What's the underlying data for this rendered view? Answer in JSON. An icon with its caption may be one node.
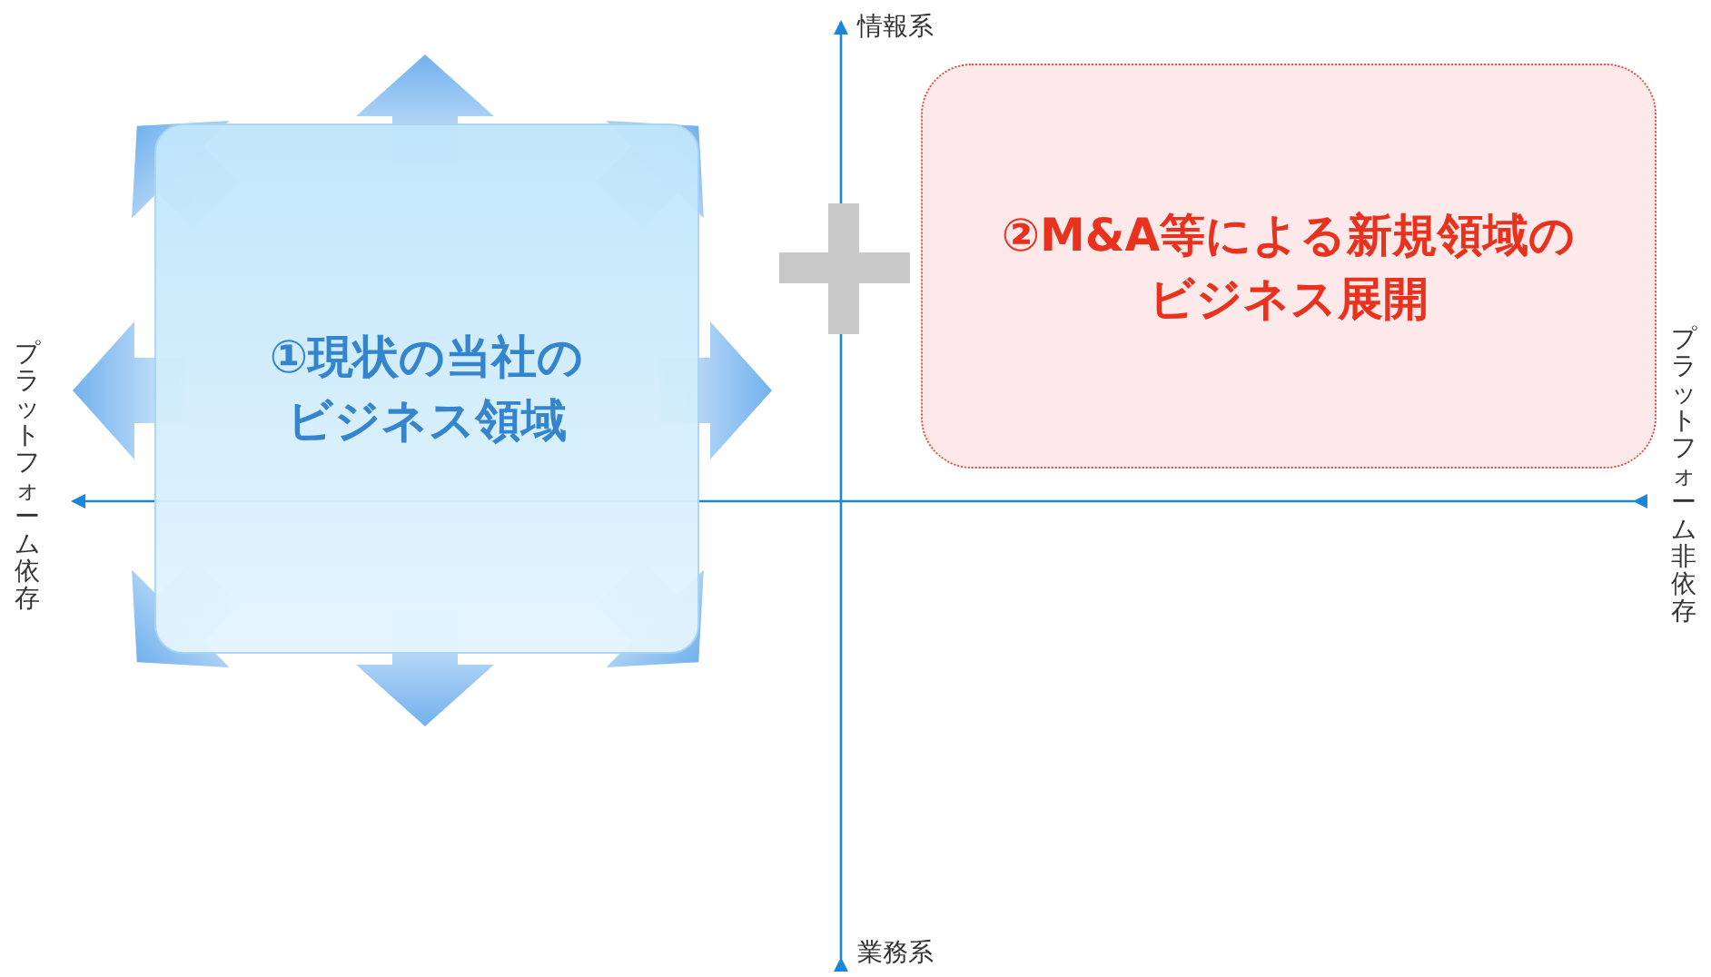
{
  "diagram": {
    "nodes": [
      {
        "text": [
          "①現状の当社のビジネス領域"
        ]
      },
      {
        "text": [
          "②M&A等による新規領域のビジネス展開"
        ]
      }
    ],
    "labels": [
      "情報系",
      "プラットフォーム依存",
      "プラットフォーム非依存",
      "業務系"
    ]
  }
}
